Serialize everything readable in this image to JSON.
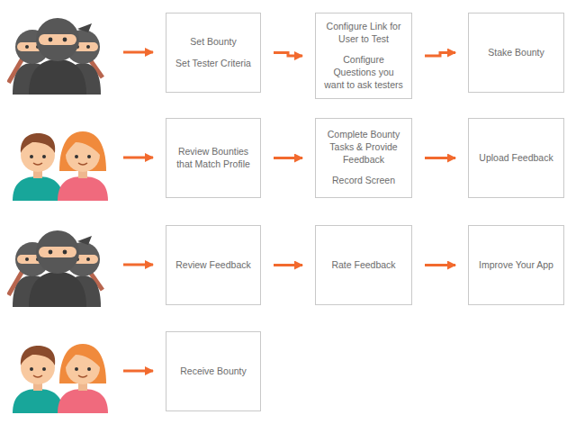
{
  "diagram": {
    "nodes": [
      {
        "text": [
          "Set Bounty",
          "Set Tester Criteria"
        ]
      },
      {
        "text": [
          "Configure Link for User to Test",
          "Configure Questions you want to ask testers"
        ]
      },
      {
        "text": [
          "Stake Bounty"
        ]
      },
      {
        "text": [
          "Review Bounties that Match Profile"
        ]
      },
      {
        "text": [
          "Complete Bounty Tasks & Provide Feedback",
          "Record Screen"
        ]
      },
      {
        "text": [
          "Upload Feedback"
        ]
      },
      {
        "text": [
          "Review Feedback"
        ]
      },
      {
        "text": [
          "Rate Feedback"
        ]
      },
      {
        "text": [
          "Improve Your App"
        ]
      },
      {
        "text": [
          "Receive Bounty"
        ]
      }
    ],
    "edges": [
      {
        "from": 0,
        "to": 1,
        "arrow": "to"
      },
      {
        "from": 1,
        "to": 2,
        "arrow": "to"
      },
      {
        "from": 3,
        "to": 4,
        "arrow": "to"
      },
      {
        "from": 4,
        "to": 5,
        "arrow": "to"
      },
      {
        "from": 6,
        "to": 7,
        "arrow": "to"
      },
      {
        "from": 7,
        "to": 8,
        "arrow": "to"
      }
    ]
  }
}
